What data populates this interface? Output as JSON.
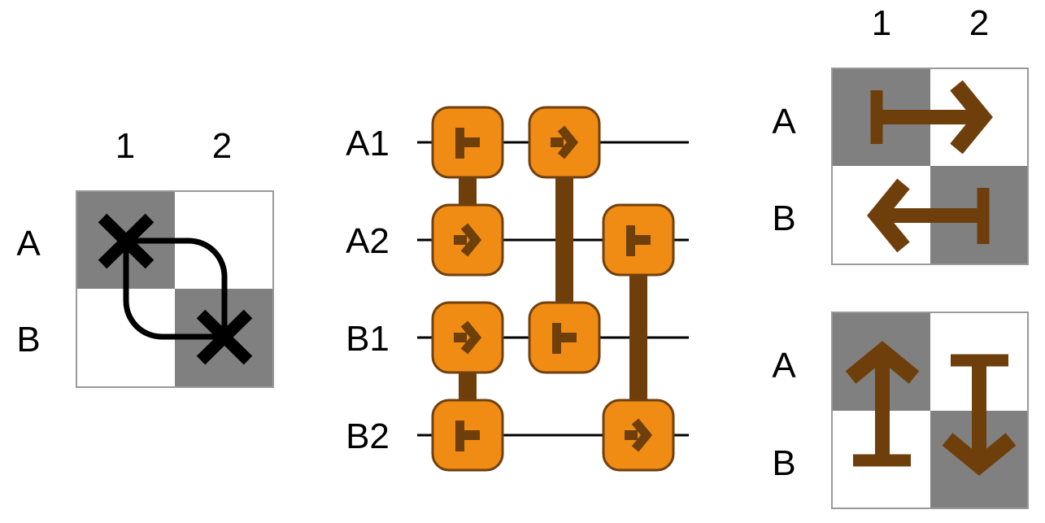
{
  "colors": {
    "dark_cell": "#808080",
    "light_cell": "#ffffff",
    "border": "#999999",
    "gate_fill": "#f08c14",
    "gate_stroke": "#704010",
    "wire_link": "#6e3f0b",
    "arrow": "#6e3f0b",
    "ink": "#000000"
  },
  "left_grid": {
    "col_labels": [
      "1",
      "2"
    ],
    "row_labels": [
      "A",
      "B"
    ],
    "markers": [
      "x-mark",
      "x-mark"
    ]
  },
  "circuit": {
    "wire_labels": [
      "A1",
      "A2",
      "B1",
      "B2"
    ],
    "gates": [
      {
        "wire": 0,
        "column": 0,
        "icon": "tee"
      },
      {
        "wire": 1,
        "column": 0,
        "icon": "arrow"
      },
      {
        "wire": 2,
        "column": 0,
        "icon": "arrow"
      },
      {
        "wire": 3,
        "column": 0,
        "icon": "tee"
      },
      {
        "wire": 0,
        "column": 1,
        "icon": "arrow"
      },
      {
        "wire": 2,
        "column": 1,
        "icon": "tee"
      },
      {
        "wire": 1,
        "column": 2,
        "icon": "tee"
      },
      {
        "wire": 3,
        "column": 2,
        "icon": "arrow"
      }
    ],
    "links": [
      {
        "column": 0,
        "from_wire": 0,
        "to_wire": 1
      },
      {
        "column": 0,
        "from_wire": 2,
        "to_wire": 3
      },
      {
        "column": 1,
        "from_wire": 0,
        "to_wire": 2
      },
      {
        "column": 2,
        "from_wire": 1,
        "to_wire": 3
      }
    ]
  },
  "right_top": {
    "col_labels": [
      "1",
      "2"
    ],
    "row_labels": [
      "A",
      "B"
    ],
    "arrows": [
      "arrow-right",
      "arrow-left"
    ]
  },
  "right_bottom": {
    "row_labels": [
      "A",
      "B"
    ],
    "arrows": [
      "arrow-up",
      "arrow-down"
    ]
  }
}
